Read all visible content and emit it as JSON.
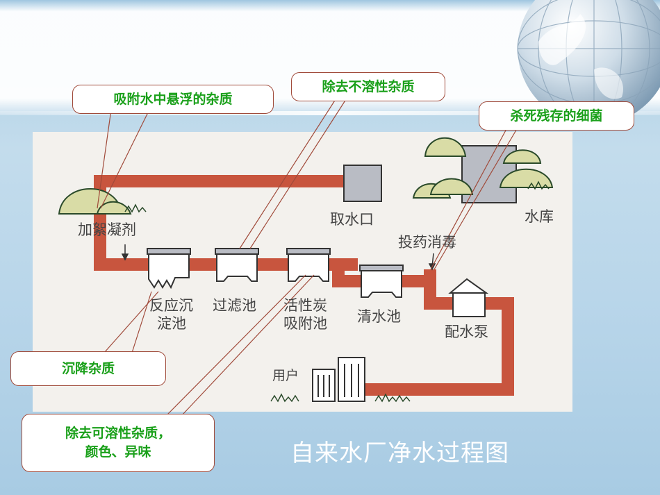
{
  "diagram": {
    "caption": "自来水厂净水过程图",
    "labels": {
      "intake": "取水口",
      "reservoir": "水库",
      "coagulant": "加絮凝剂",
      "disinfect": "投药消毒",
      "sediment_1": "反应沉",
      "sediment_2": "淀池",
      "filter": "过滤池",
      "carbon_1": "活性炭",
      "carbon_2": "吸附池",
      "clear": "清水池",
      "pump": "配水泵",
      "user": "用户"
    },
    "callouts": {
      "adsorb": "吸附水中悬浮的杂质",
      "insoluble": "除去不溶性杂质",
      "kill": "杀死残存的细菌",
      "settle": "沉降杂质",
      "soluble_1": "除去可溶性杂质，",
      "soluble_2": "颜色、异味"
    },
    "colors": {
      "pipe": "#c8553e",
      "callout_text": "#1aa01a",
      "callout_border": "#a04a3a"
    }
  }
}
